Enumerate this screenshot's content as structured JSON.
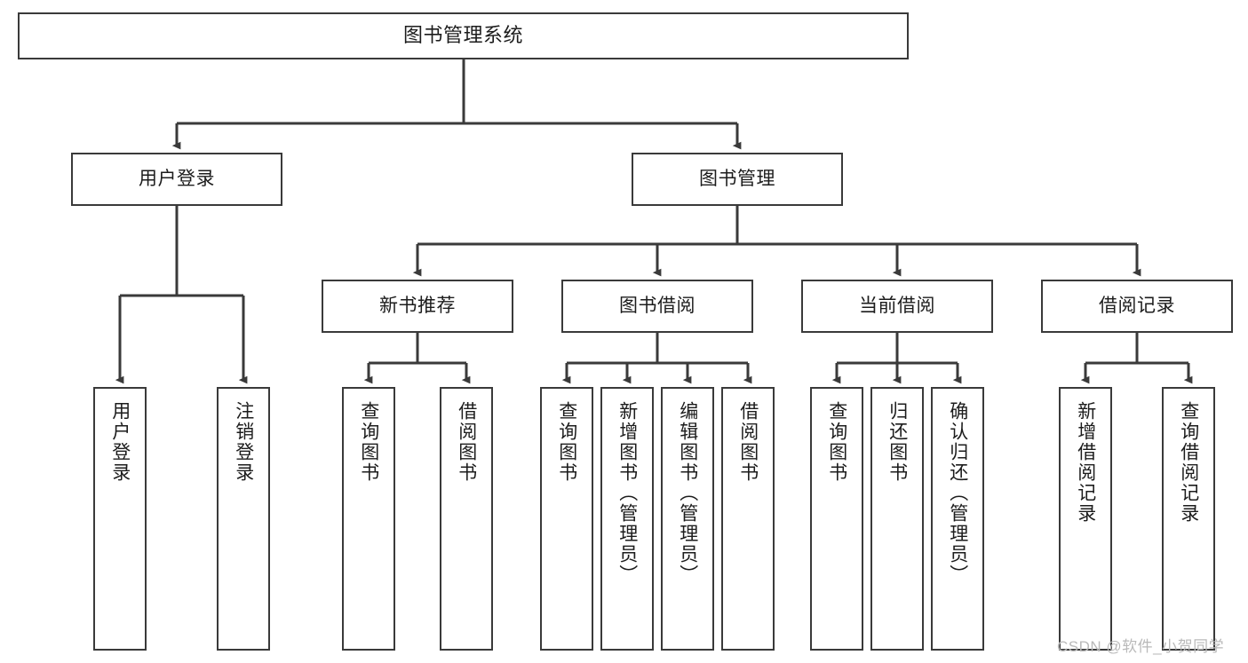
{
  "diagram": {
    "title": "图书管理系统",
    "type": "tree",
    "orientation": "top-down",
    "colors": {
      "box_border": "#3a3a3a",
      "box_fill": "#ffffff",
      "edge": "#3a3a3a",
      "text": "#1c1c1c",
      "watermark": "#b9b9b9",
      "background": "#ffffff"
    },
    "root": {
      "label": "图书管理系统"
    },
    "level2": [
      {
        "label": "用户登录"
      },
      {
        "label": "图书管理"
      }
    ],
    "level3": [
      {
        "label": "新书推荐"
      },
      {
        "label": "图书借阅"
      },
      {
        "label": "当前借阅"
      },
      {
        "label": "借阅记录"
      }
    ],
    "leaves": {
      "user_login": [
        {
          "label": "用户登录"
        },
        {
          "label": "注销登录"
        }
      ],
      "new_book_recommend": [
        {
          "label": "查询图书"
        },
        {
          "label": "借阅图书"
        }
      ],
      "book_borrow": [
        {
          "label": "查询图书"
        },
        {
          "label": "新增图书（管理员）"
        },
        {
          "label": "编辑图书（管理员）"
        },
        {
          "label": "借阅图书"
        }
      ],
      "current_borrow": [
        {
          "label": "查询图书"
        },
        {
          "label": "归还图书"
        },
        {
          "label": "确认归还（管理员）"
        }
      ],
      "borrow_record": [
        {
          "label": "新增借阅记录"
        },
        {
          "label": "查询借阅记录"
        }
      ]
    }
  },
  "watermark": {
    "text": "CSDN @软件_小贺同学"
  }
}
